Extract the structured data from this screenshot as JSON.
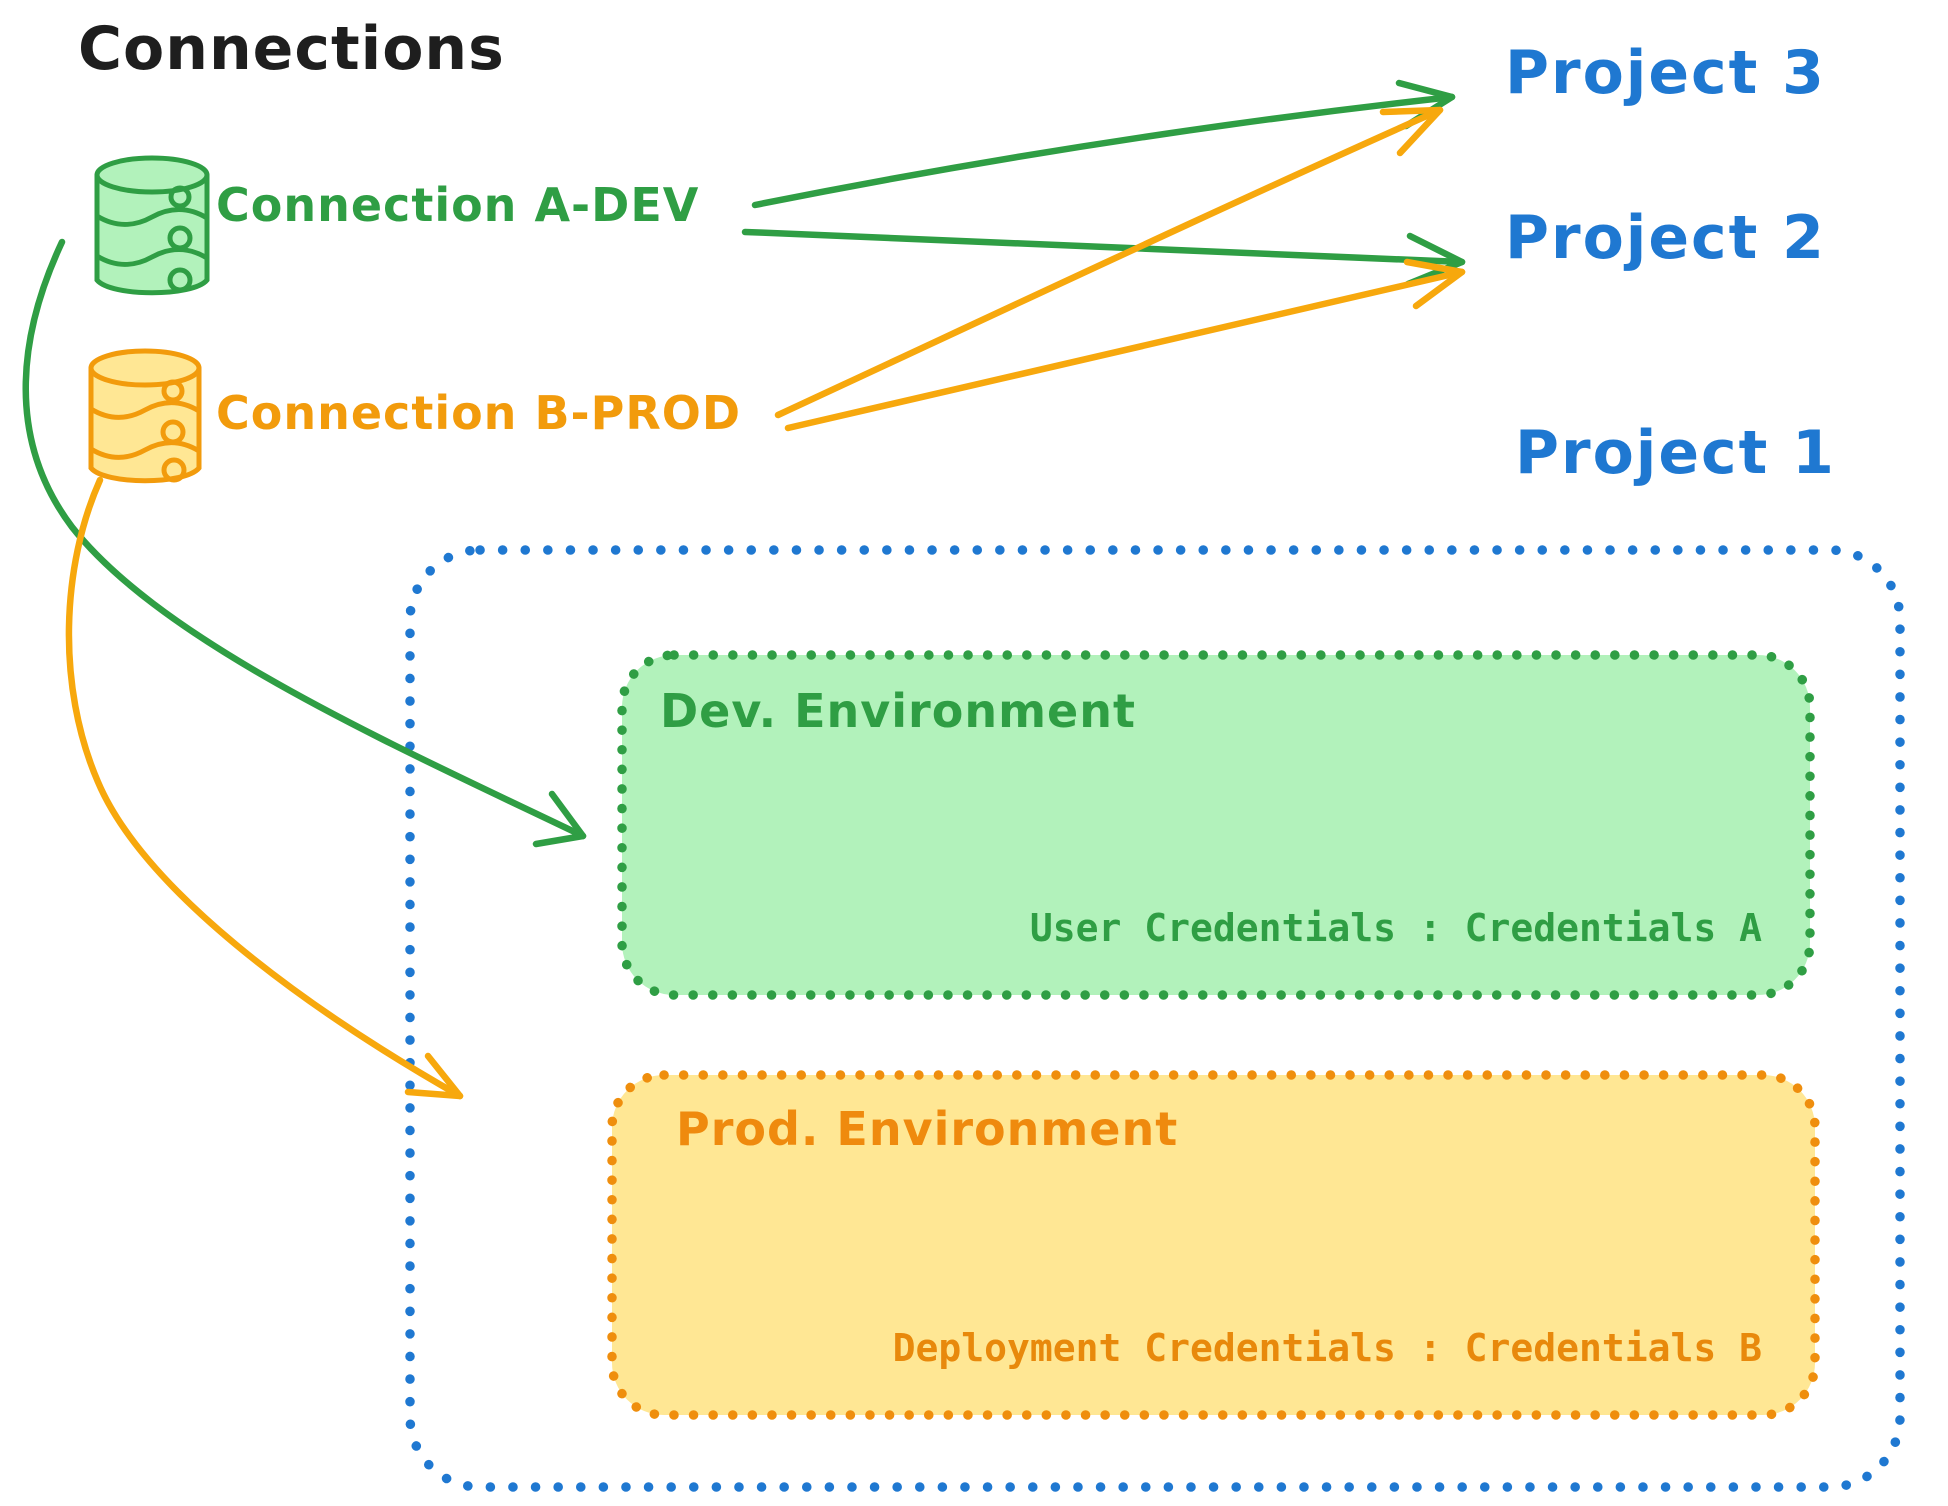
{
  "diagram": {
    "title": "Connections",
    "connections": [
      {
        "label": "Connection A-DEV",
        "icon": "database-icon",
        "color": "#2f9e44"
      },
      {
        "label": "Connection B-PROD",
        "icon": "database-icon",
        "color": "#f29b0c"
      }
    ],
    "projects": [
      {
        "label": "Project 3"
      },
      {
        "label": "Project 2"
      },
      {
        "label": "Project 1"
      }
    ],
    "environments": [
      {
        "title": "Dev. Environment",
        "credentials": "User Credentials : Credentials A",
        "fill": "#b2f2bb",
        "stroke": "#2f9e44"
      },
      {
        "title": "Prod. Environment",
        "credentials": "Deployment Credentials : Credentials B",
        "fill": "#ffe794",
        "stroke": "#ef8e0d"
      }
    ],
    "colors": {
      "blue": "#1f78d1",
      "green": "#2f9e44",
      "orange": "#f29b0c",
      "orange_arrow": "#f7a80d",
      "black": "#1e1e1e"
    }
  }
}
